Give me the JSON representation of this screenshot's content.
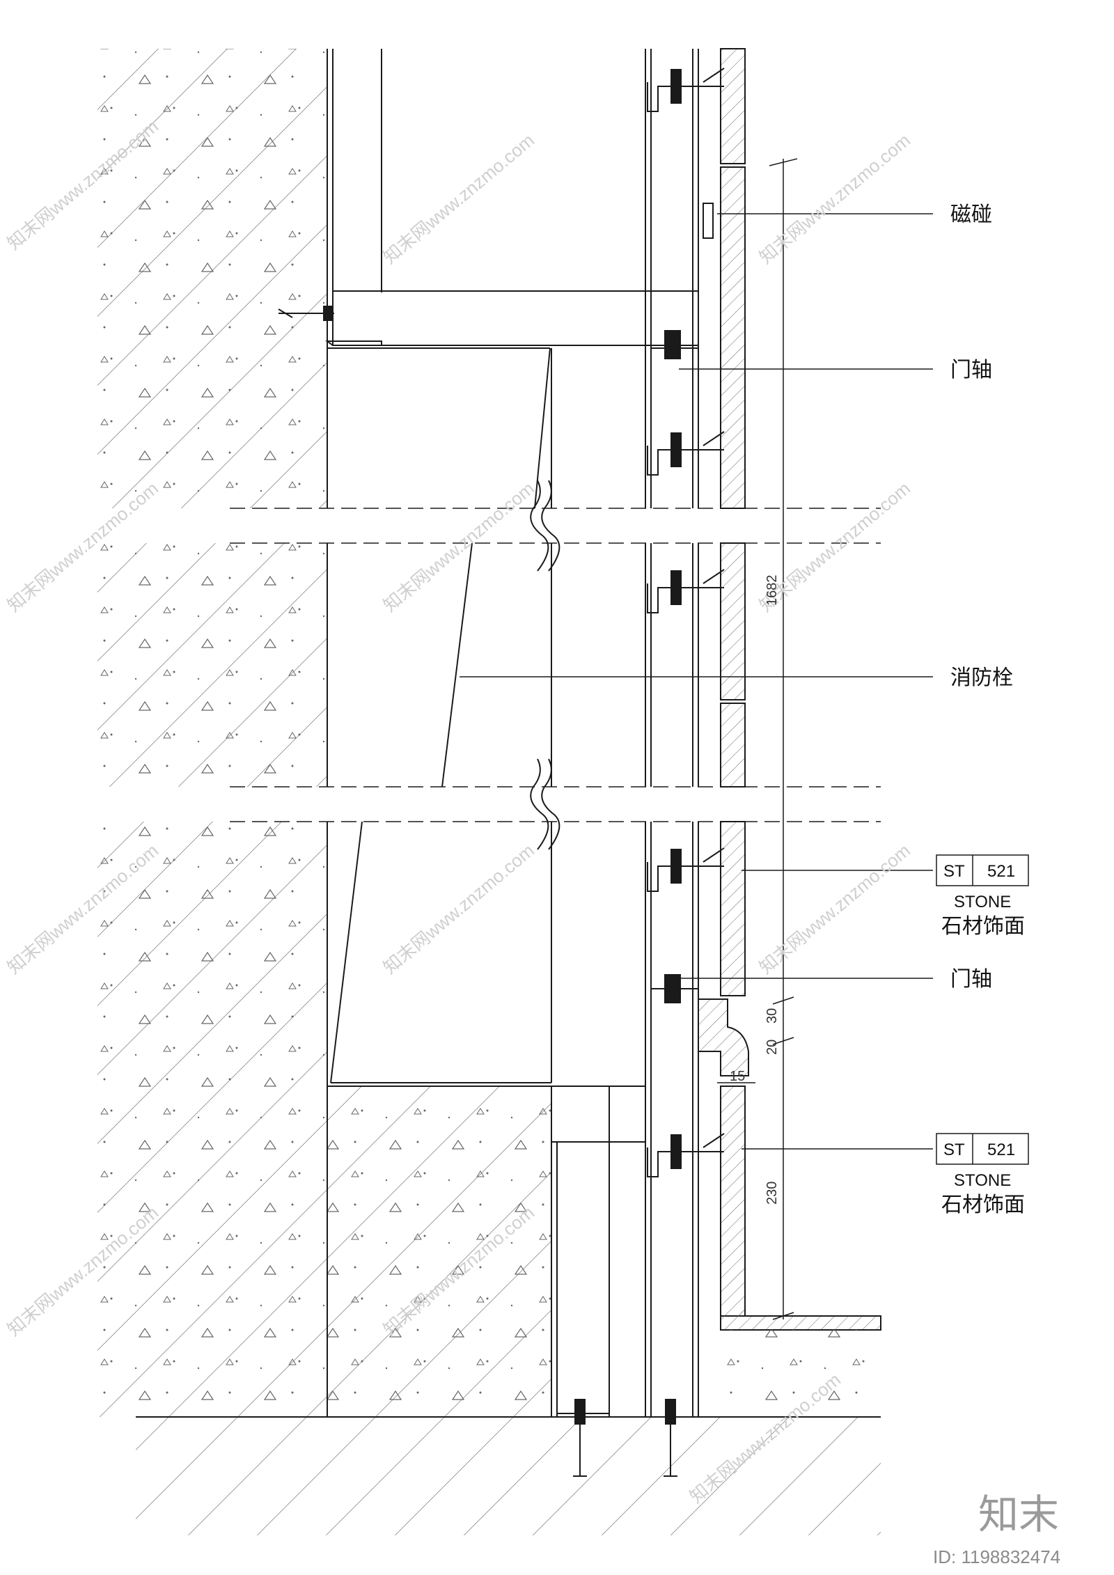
{
  "labels": {
    "magnet": "磁碰",
    "hinge_top": "门轴",
    "hydrant": "消防栓",
    "hinge_bottom": "门轴"
  },
  "material_tags": [
    {
      "code": "ST",
      "number": "521",
      "name_en": "STONE",
      "name_cn": "石材饰面"
    },
    {
      "code": "ST",
      "number": "521",
      "name_en": "STONE",
      "name_cn": "石材饰面"
    }
  ],
  "dimensions": {
    "overall": "1682",
    "d30": "30",
    "d20": "20",
    "d15": "15",
    "d230": "230"
  },
  "watermark": {
    "text": "知末网www.znzmo.com"
  },
  "branding": {
    "logo": "知末",
    "id": "ID: 1198832474"
  },
  "colors": {
    "line": "#1a1a1a",
    "watermark": "#cfcfcf"
  }
}
